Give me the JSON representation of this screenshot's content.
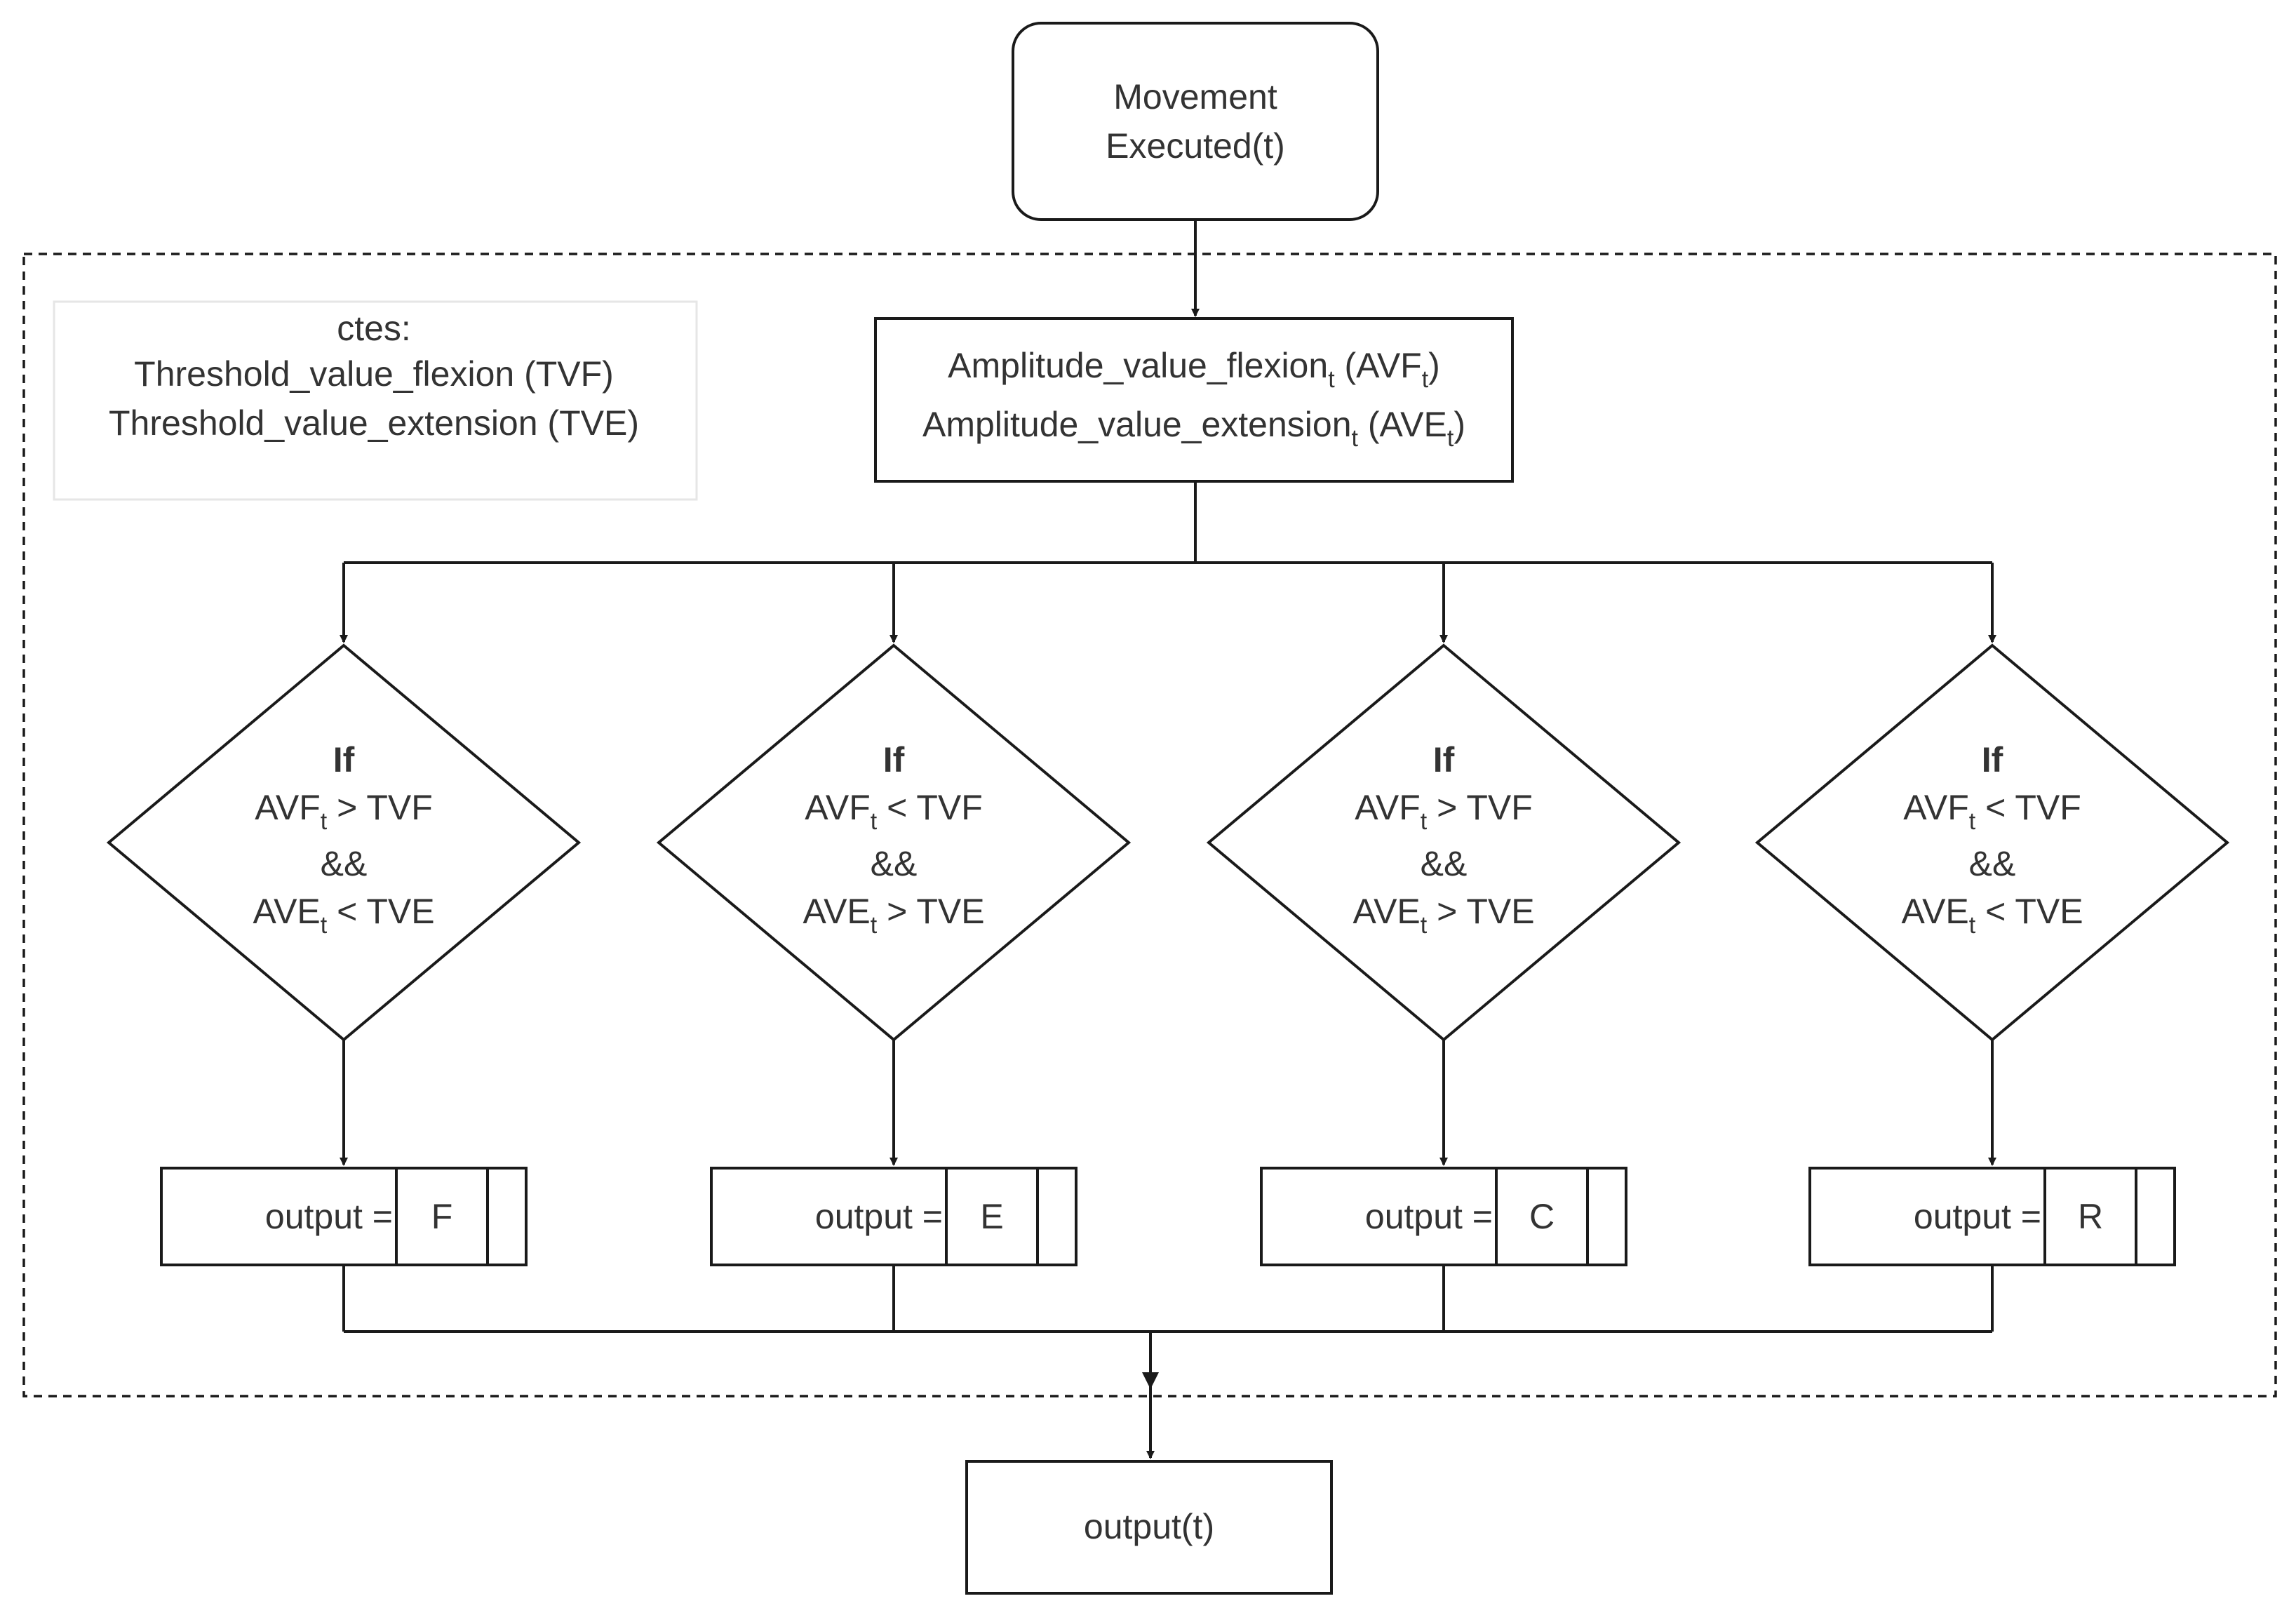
{
  "start": {
    "line1": "Movement",
    "line2": "Executed(t)"
  },
  "constants": {
    "title": "ctes:",
    "line1": "Threshold_value_flexion (TVF)",
    "line2": "Threshold_value_extension (TVE)"
  },
  "amplitude": {
    "line1_main": "Amplitude_value_flexion",
    "line1_sub": "t",
    "line1_paren_open": " (AVF",
    "line1_paren_sub": "t",
    "line1_paren_close": ")",
    "line2_main": "Amplitude_value_extension",
    "line2_sub": "t",
    "line2_paren_open": " (AVE",
    "line2_paren_sub": "t",
    "line2_paren_close": ")"
  },
  "decisions": [
    {
      "if_label": "If",
      "avf": "AVF",
      "avf_sub": "t",
      "op1": " > TVF",
      "and": "&&",
      "ave": "AVE",
      "ave_sub": "t",
      "op2": " < TVE"
    },
    {
      "if_label": "If",
      "avf": "AVF",
      "avf_sub": "t",
      "op1": " < TVF",
      "and": "&&",
      "ave": "AVE",
      "ave_sub": "t",
      "op2": " > TVE"
    },
    {
      "if_label": "If",
      "avf": "AVF",
      "avf_sub": "t",
      "op1": " > TVF",
      "and": "&&",
      "ave": "AVE",
      "ave_sub": "t",
      "op2": " > TVE"
    },
    {
      "if_label": "If",
      "avf": "AVF",
      "avf_sub": "t",
      "op1": " < TVF",
      "and": "&&",
      "ave": "AVE",
      "ave_sub": "t",
      "op2": " < TVE"
    }
  ],
  "outputs": [
    {
      "label": "output =",
      "value": "F"
    },
    {
      "label": "output =",
      "value": "E"
    },
    {
      "label": "output =",
      "value": "C"
    },
    {
      "label": "output =",
      "value": "R"
    }
  ],
  "final": {
    "label": "output(t)"
  }
}
